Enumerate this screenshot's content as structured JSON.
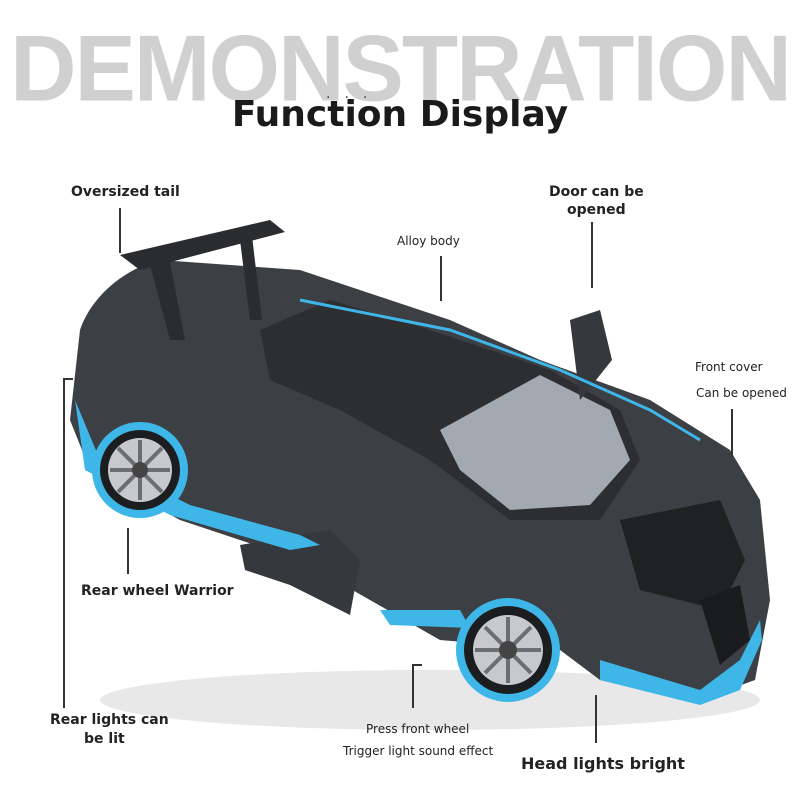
{
  "watermark": "DEMONSTRATION",
  "heading": "Function Display",
  "features": {
    "oversized_tail": "Oversized tail",
    "alloy_body": "Alloy body",
    "door_line1": "Door can be",
    "door_line2": "opened",
    "front_cover_line1": "Front cover",
    "front_cover_line2": "Can be opened",
    "rear_wheel": "Rear wheel Warrior",
    "rear_lights_line1": "Rear lights can",
    "rear_lights_line2": "be lit",
    "press_wheel_line1": "Press front wheel",
    "press_wheel_line2": "Trigger light sound effect",
    "head_lights": "Head lights bright"
  },
  "colors": {
    "body": "#3c3f43",
    "accent": "#3fb6e8",
    "watermark": "#d0d0d0"
  }
}
